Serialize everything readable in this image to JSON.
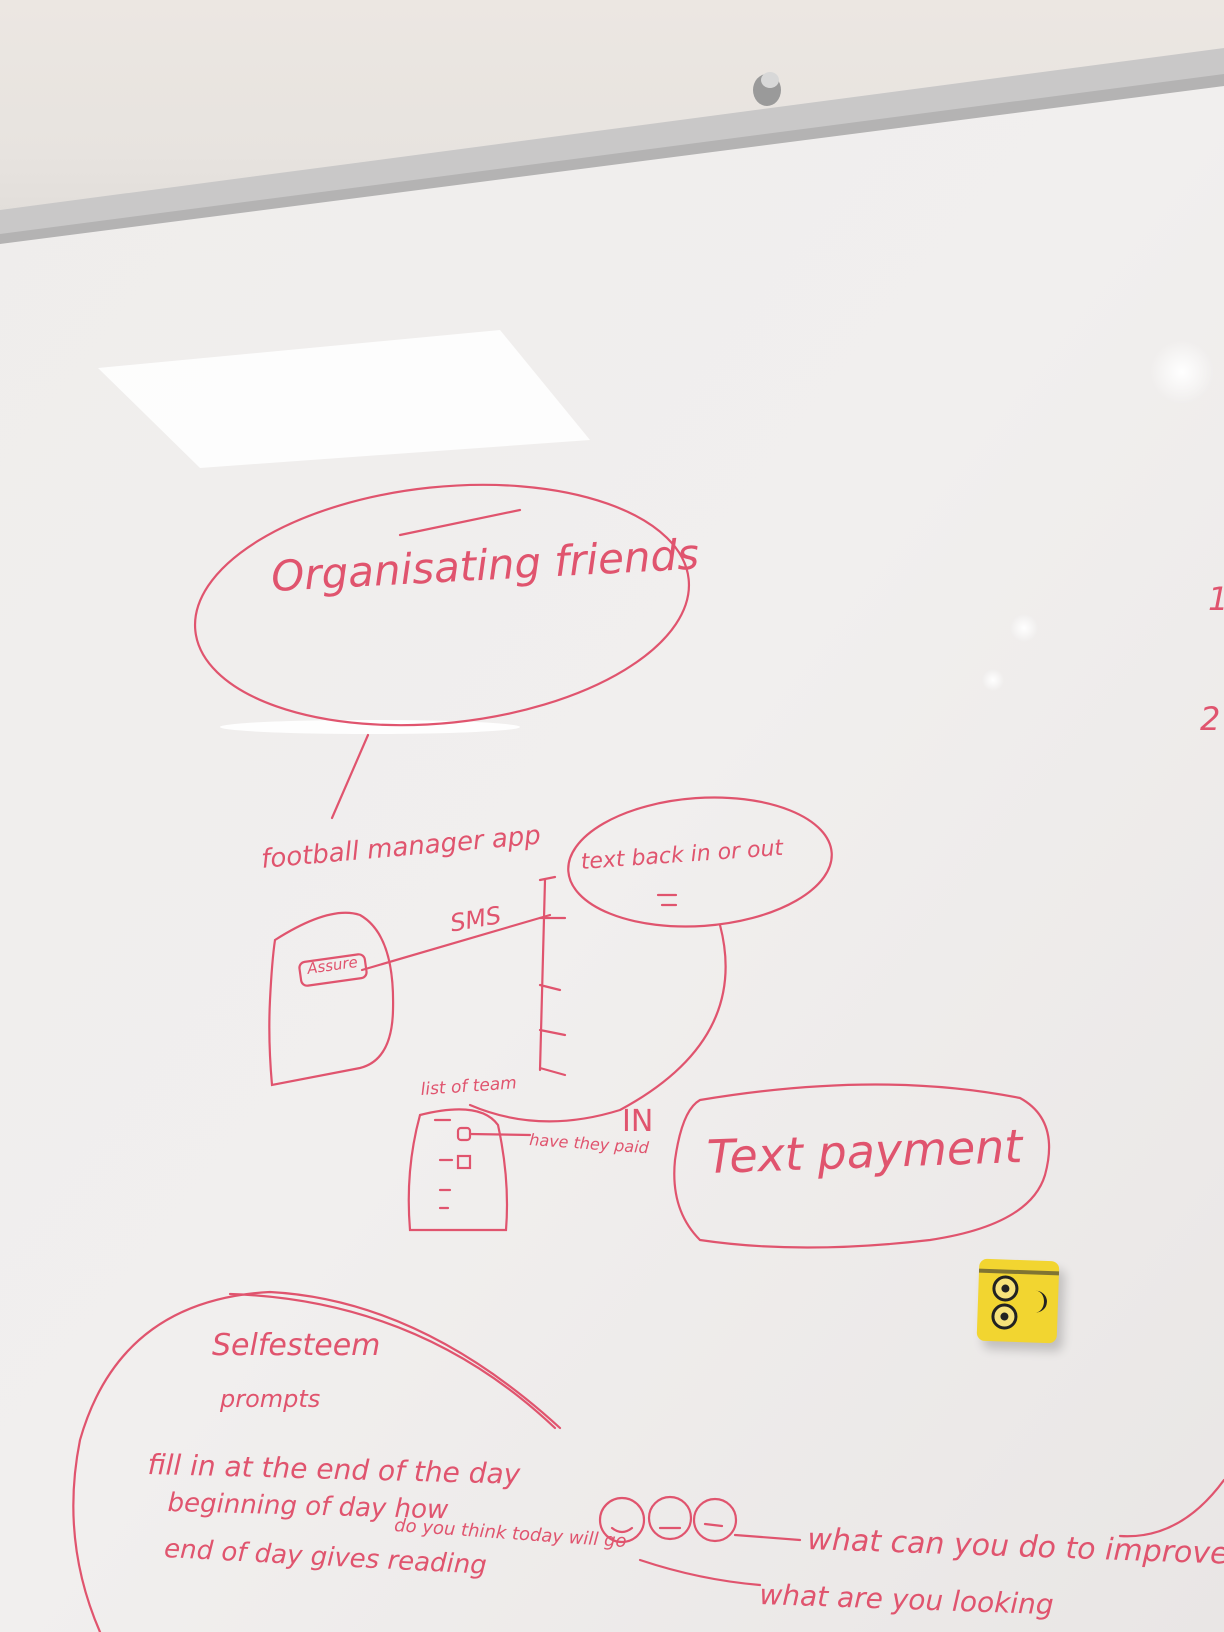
{
  "photo": {
    "subject": "whiteboard",
    "ink_color": "#e0546e",
    "magnet_color": "#f2d530"
  },
  "board": {
    "top_bubble": "Organisating friends",
    "app_label": "football manager app",
    "phone_button": "Assure",
    "sms_label": "SMS",
    "reply_bubble": "text back in or out",
    "list_label": "list of team",
    "paid_label": "have they paid",
    "in_label": "IN",
    "payment_bubble": "Text payment",
    "right_margin_1": "1",
    "right_margin_2": "2",
    "self_esteem_title": "Selfesteem",
    "prompts_label": "prompts",
    "line_1": "fill in at the end of the day",
    "line_2": "beginning of day how",
    "line_3": "do you think today will go",
    "line_4": "end of day gives reading",
    "improve_line": "what can you do to improve",
    "look_line": "what are you looking"
  }
}
